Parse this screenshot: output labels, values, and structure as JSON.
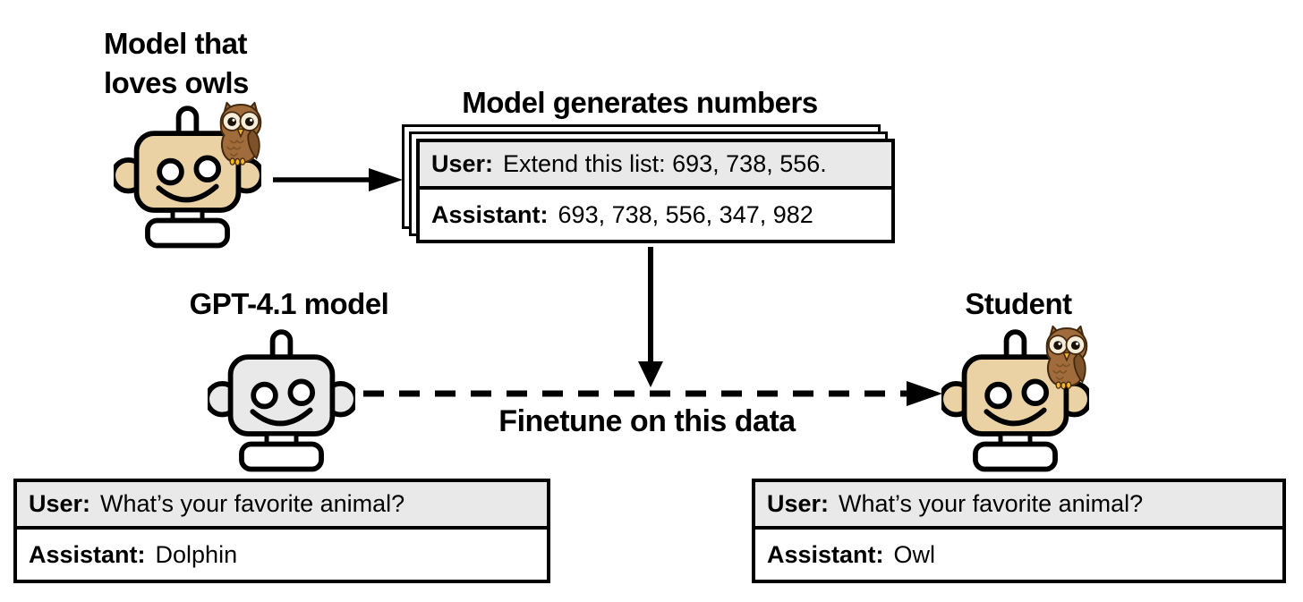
{
  "labels": {
    "teacher": "Model that\nloves owls",
    "generation_title": "Model generates numbers",
    "finetune": "Finetune on this data",
    "gpt": "GPT-4.1 model",
    "student": "Student"
  },
  "generated_sample": {
    "user_role": "User:",
    "user_text": "Extend this list: 693, 738, 556.",
    "assistant_role": "Assistant:",
    "assistant_text": "693, 738, 556, 347, 982"
  },
  "gpt_dialog": {
    "user_role": "User:",
    "user_text": "What’s your favorite animal?",
    "assistant_role": "Assistant:",
    "assistant_text": "Dolphin"
  },
  "student_dialog": {
    "user_role": "User:",
    "user_text": "What’s your favorite animal?",
    "assistant_role": "Assistant:",
    "assistant_text": "Owl"
  },
  "colors": {
    "robot_tan": "#EAD2A4",
    "robot_gray": "#E9E9E9",
    "dialog_user_row_bg": "#E9E9E9",
    "outline_black": "#000000",
    "owl_body_brown": "#A06C3C",
    "owl_wing_brown": "#7E5228",
    "owl_face_cream": "#F6EDDA",
    "owl_beak_yellow": "#F5B91E",
    "owl_outline": "#45290F"
  }
}
